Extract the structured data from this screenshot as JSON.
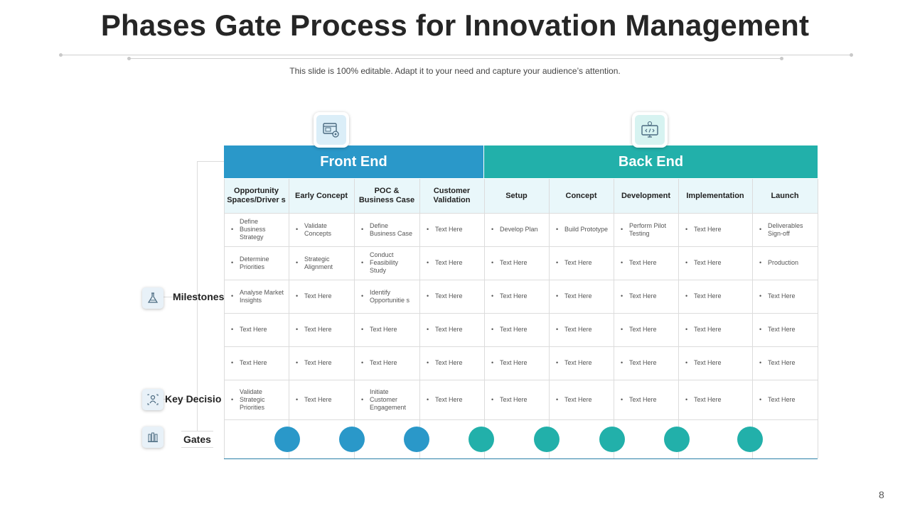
{
  "title": "Phases Gate Process for Innovation Management",
  "subtitle": "This slide is 100% editable. Adapt it to your need and capture your audience’s attention.",
  "page_number": "8",
  "colors": {
    "front": "#2a98c9",
    "back": "#22b0aa",
    "phase_bg": "#e9f7fa"
  },
  "header": {
    "front_end": {
      "label": "Front End",
      "icon": "browser-settings-icon"
    },
    "back_end": {
      "label": "Back End",
      "icon": "monitor-code-settings-icon"
    }
  },
  "phases": [
    "Opportunity Spaces/Driver s",
    "Early Concept",
    "POC & Business Case",
    "Customer Validation",
    "Setup",
    "Concept",
    "Development",
    "Implementation",
    "Launch"
  ],
  "rows": [
    [
      "Define Business Strategy",
      "Validate Concepts",
      "Define Business Case",
      "Text Here",
      "Develop Plan",
      "Build Prototype",
      "Perform Pilot Testing",
      "Text Here",
      "Deliverables Sign-off"
    ],
    [
      "Determine Priorities",
      "Strategic Alignment",
      "Conduct Feasibility Study",
      "Text Here",
      "Text Here",
      "Text Here",
      "Text Here",
      "Text Here",
      "Production"
    ],
    [
      "Analyse Market Insights",
      "Text Here",
      "Identify Opportunitie s",
      "Text Here",
      "Text Here",
      "Text Here",
      "Text Here",
      "Text Here",
      "Text Here"
    ],
    [
      "Text Here",
      "Text Here",
      "Text Here",
      "Text Here",
      "Text Here",
      "Text Here",
      "Text Here",
      "Text Here",
      "Text Here"
    ],
    [
      "Text Here",
      "Text Here",
      "Text Here",
      "Text Here",
      "Text Here",
      "Text Here",
      "Text Here",
      "Text Here",
      "Text Here"
    ],
    [
      "Validate Strategic Priorities",
      "Text Here",
      "Initiate Customer Engagement",
      "Text Here",
      "Text Here",
      "Text Here",
      "Text Here",
      "Text Here",
      "Text Here"
    ]
  ],
  "bullet": "•",
  "gates": [
    "front",
    "front",
    "front",
    "back",
    "back",
    "back",
    "back",
    "back"
  ],
  "side_labels": {
    "milestones": {
      "label": "Milestones",
      "icon": "flask-icon"
    },
    "key_decisions": {
      "label": "Key Decisio",
      "icon": "decision-person-icon"
    },
    "gates": {
      "label": "Gates",
      "icon": "gate-icon"
    }
  }
}
